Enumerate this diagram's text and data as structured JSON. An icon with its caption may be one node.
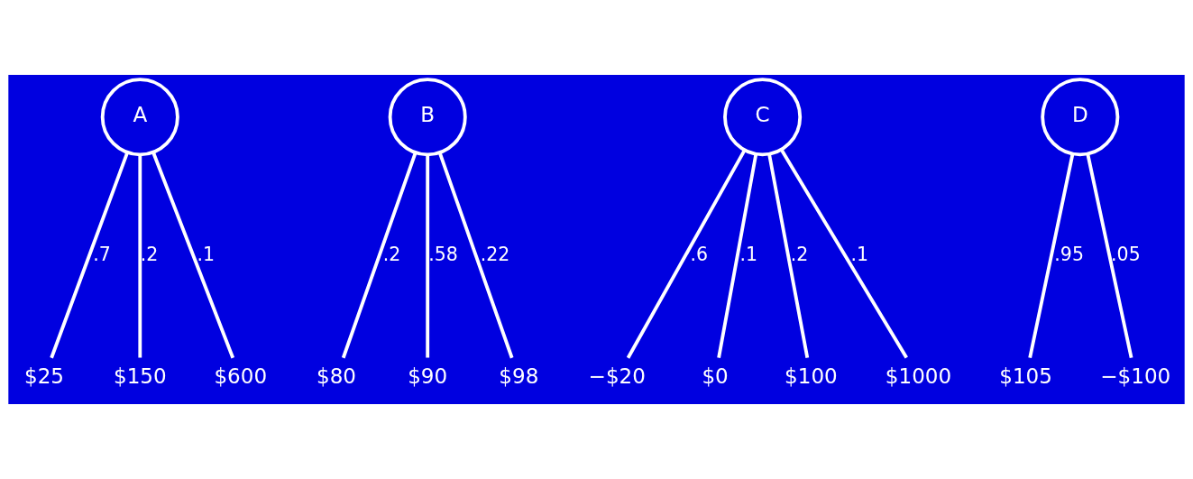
{
  "diagram": {
    "nodes": [
      {
        "text": [
          "A"
        ]
      },
      {
        "text": [
          "B"
        ]
      },
      {
        "text": [
          "C"
        ]
      },
      {
        "text": [
          "D"
        ]
      },
      {
        "text": [
          "$25"
        ]
      },
      {
        "text": [
          "$150"
        ]
      },
      {
        "text": [
          "$600"
        ]
      },
      {
        "text": [
          "$80"
        ]
      },
      {
        "text": [
          "$90"
        ]
      },
      {
        "text": [
          "$98"
        ]
      },
      {
        "text": [
          "−$20"
        ]
      },
      {
        "text": [
          "$0"
        ]
      },
      {
        "text": [
          "$100"
        ]
      },
      {
        "text": [
          "$1000"
        ]
      },
      {
        "text": [
          "$105"
        ]
      },
      {
        "text": [
          "−$100"
        ]
      }
    ],
    "edges": [
      {
        "from": 0,
        "to": 4,
        "arrow": "none",
        "label": ".7"
      },
      {
        "from": 0,
        "to": 5,
        "arrow": "none",
        "label": ".2"
      },
      {
        "from": 0,
        "to": 6,
        "arrow": "none",
        "label": ".1"
      },
      {
        "from": 1,
        "to": 7,
        "arrow": "none",
        "label": ".2"
      },
      {
        "from": 1,
        "to": 8,
        "arrow": "none",
        "label": ".58"
      },
      {
        "from": 1,
        "to": 9,
        "arrow": "none",
        "label": ".22"
      },
      {
        "from": 2,
        "to": 10,
        "arrow": "none",
        "label": ".6"
      },
      {
        "from": 2,
        "to": 11,
        "arrow": "none",
        "label": ".1"
      },
      {
        "from": 2,
        "to": 12,
        "arrow": "none",
        "label": ".2"
      },
      {
        "from": 2,
        "to": 13,
        "arrow": "none",
        "label": ".1"
      },
      {
        "from": 3,
        "to": 14,
        "arrow": "none",
        "label": ".95"
      },
      {
        "from": 3,
        "to": 15,
        "arrow": "none",
        "label": ".05"
      }
    ]
  }
}
